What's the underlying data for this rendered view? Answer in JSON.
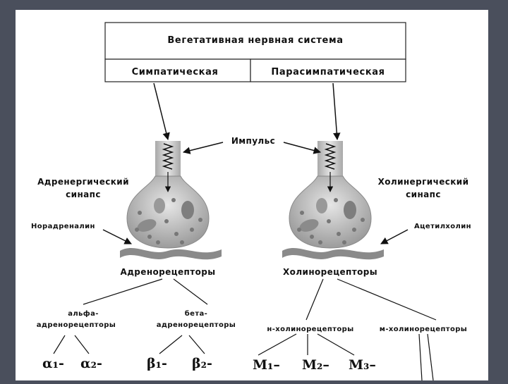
{
  "diagram": {
    "title": "Вегетативная нервная система",
    "branches": {
      "left": "Симпатическая",
      "right": "Парасимпатическая"
    },
    "impulse": "Импульс",
    "synapse_left": [
      "Адренергический",
      "синапс"
    ],
    "synapse_right": [
      "Холинергический",
      "синапс"
    ],
    "mediator_left": "Норадреналин",
    "mediator_right": "Ацетилхолин",
    "receptors_left": "Адренорецепторы",
    "receptors_right": "Холинорецепторы",
    "alpha_group": [
      "альфа-",
      "адренорецепторы"
    ],
    "beta_group": [
      "бета-",
      "адренорецепторы"
    ],
    "n_group": "н-холинорецепторы",
    "m_group": "м-холинорецепторы",
    "subtypes": {
      "a1": "α₁-",
      "a2": "α₂-",
      "b1": "β₁-",
      "b2": "β₂-",
      "m1": "M₁–",
      "m2": "M₂–",
      "m3": "M₃–"
    }
  },
  "colors": {
    "background": "#4a4f5c",
    "panel": "#ffffff",
    "synapse_fill": "#c9c9c9",
    "membrane": "#8a8a8a"
  }
}
